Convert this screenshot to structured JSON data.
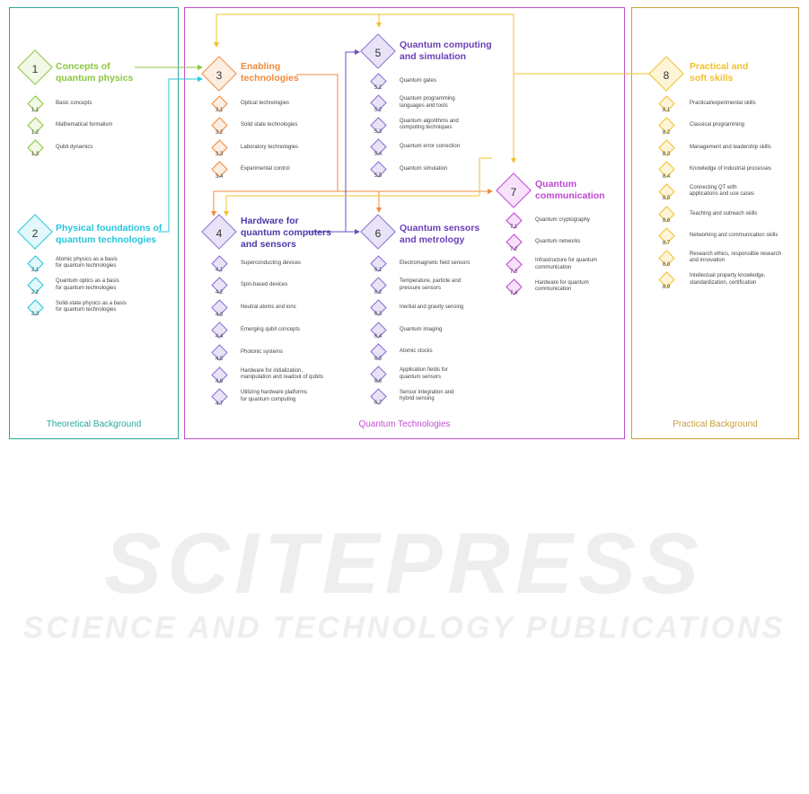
{
  "colors": {
    "green": "#8cc63f",
    "teal": "#26c6da",
    "orange": "#f08a3c",
    "purple": "#8a6fd1",
    "magenta": "#c045d6",
    "yellow": "#f2c12e",
    "theory_border": "#2aa89a",
    "qt_border": "#c24ed0",
    "practical_border": "#c9a13a"
  },
  "panels": {
    "theoretical": "Theoretical Background",
    "quantum": "Quantum Technologies",
    "practical": "Practical Background"
  },
  "groups": [
    {
      "num": "1",
      "title": "Concepts of\nquantum physics",
      "color": "green",
      "items": [
        {
          "num": "1.1",
          "text": "Basic concepts"
        },
        {
          "num": "1.2",
          "text": "Mathematical formalism"
        },
        {
          "num": "1.3",
          "text": "Qubit dynamics"
        }
      ]
    },
    {
      "num": "2",
      "title": "Physical foundations of\nquantum technologies",
      "color": "teal",
      "items": [
        {
          "num": "2.1",
          "text": "Atomic physics as a basis\nfor quantum technologies"
        },
        {
          "num": "2.2",
          "text": "Quantum optics as a basis\nfor quantum technologies"
        },
        {
          "num": "2.3",
          "text": "Solid-state physics as a basis\nfor quantum technologies"
        }
      ]
    },
    {
      "num": "3",
      "title": "Enabling\ntechnologies",
      "color": "orange",
      "items": [
        {
          "num": "3.1",
          "text": "Optical technologies"
        },
        {
          "num": "3.2",
          "text": "Solid state technologies"
        },
        {
          "num": "3.3",
          "text": "Laboratory technologies"
        },
        {
          "num": "3.4",
          "text": "Experimental control"
        }
      ]
    },
    {
      "num": "4",
      "title": "Hardware for\nquantum computers\nand sensors",
      "color": "purple",
      "items": [
        {
          "num": "4.1",
          "text": "Superconducting devices"
        },
        {
          "num": "4.2",
          "text": "Spin-based devices"
        },
        {
          "num": "4.3",
          "text": "Neutral atoms and ions"
        },
        {
          "num": "4.4",
          "text": "Emerging qubit concepts"
        },
        {
          "num": "4.5",
          "text": "Photonic systems"
        },
        {
          "num": "4.6",
          "text": "Hardware for initialization,\nmanipulation and readout of qubits"
        },
        {
          "num": "4.7",
          "text": "Utilizing hardware platforms\nfor quantum computing"
        }
      ]
    },
    {
      "num": "5",
      "title": "Quantum computing\nand simulation",
      "color": "purple",
      "items": [
        {
          "num": "5.1",
          "text": "Quantum gates"
        },
        {
          "num": "5.2",
          "text": "Quantum programming\nlanguages and tools"
        },
        {
          "num": "5.3",
          "text": "Quantum algorithms and\ncomputing techniques"
        },
        {
          "num": "5.4",
          "text": "Quantum error correction"
        },
        {
          "num": "5.5",
          "text": "Quantum simulation"
        }
      ]
    },
    {
      "num": "6",
      "title": "Quantum sensors\nand metrology",
      "color": "purple",
      "items": [
        {
          "num": "6.1",
          "text": "Electromagnetic field sensors"
        },
        {
          "num": "6.2",
          "text": "Temperature, particle and\npressure sensors"
        },
        {
          "num": "6.3",
          "text": "Inertial and gravity sensing"
        },
        {
          "num": "6.4",
          "text": "Quantum imaging"
        },
        {
          "num": "6.5",
          "text": "Atomic clocks"
        },
        {
          "num": "6.6",
          "text": "Application fields for\nquantum sensors"
        },
        {
          "num": "6.7",
          "text": "Sensor integration and\nhybrid sensing"
        }
      ]
    },
    {
      "num": "7",
      "title": "Quantum\ncommunication",
      "color": "magenta",
      "items": [
        {
          "num": "7.1",
          "text": "Quantum cryptography"
        },
        {
          "num": "7.2",
          "text": "Quantum networks"
        },
        {
          "num": "7.3",
          "text": "Infrastructure for quantum\ncommunication"
        },
        {
          "num": "7.4",
          "text": "Hardware for quantum\ncommunication"
        }
      ]
    },
    {
      "num": "8",
      "title": "Practical and\nsoft skills",
      "color": "yellow",
      "items": [
        {
          "num": "8.1",
          "text": "Practical/experimental skills"
        },
        {
          "num": "8.2",
          "text": "Classical programming"
        },
        {
          "num": "8.3",
          "text": "Management and leadership skills"
        },
        {
          "num": "8.4",
          "text": "Knowledge of industrial processes"
        },
        {
          "num": "8.5",
          "text": "Connecting QT with\napplications and use cases"
        },
        {
          "num": "8.6",
          "text": "Teaching and outreach skills"
        },
        {
          "num": "8.7",
          "text": "Networking and communication skills"
        },
        {
          "num": "8.8",
          "text": "Research ethics, responsible research\nand innovation"
        },
        {
          "num": "8.9",
          "text": "Intellectual property knowledge,\nstandardization, certification"
        }
      ]
    }
  ],
  "watermark": {
    "main": "SCITEPRESS",
    "sub": "SCIENCE AND TECHNOLOGY PUBLICATIONS"
  }
}
